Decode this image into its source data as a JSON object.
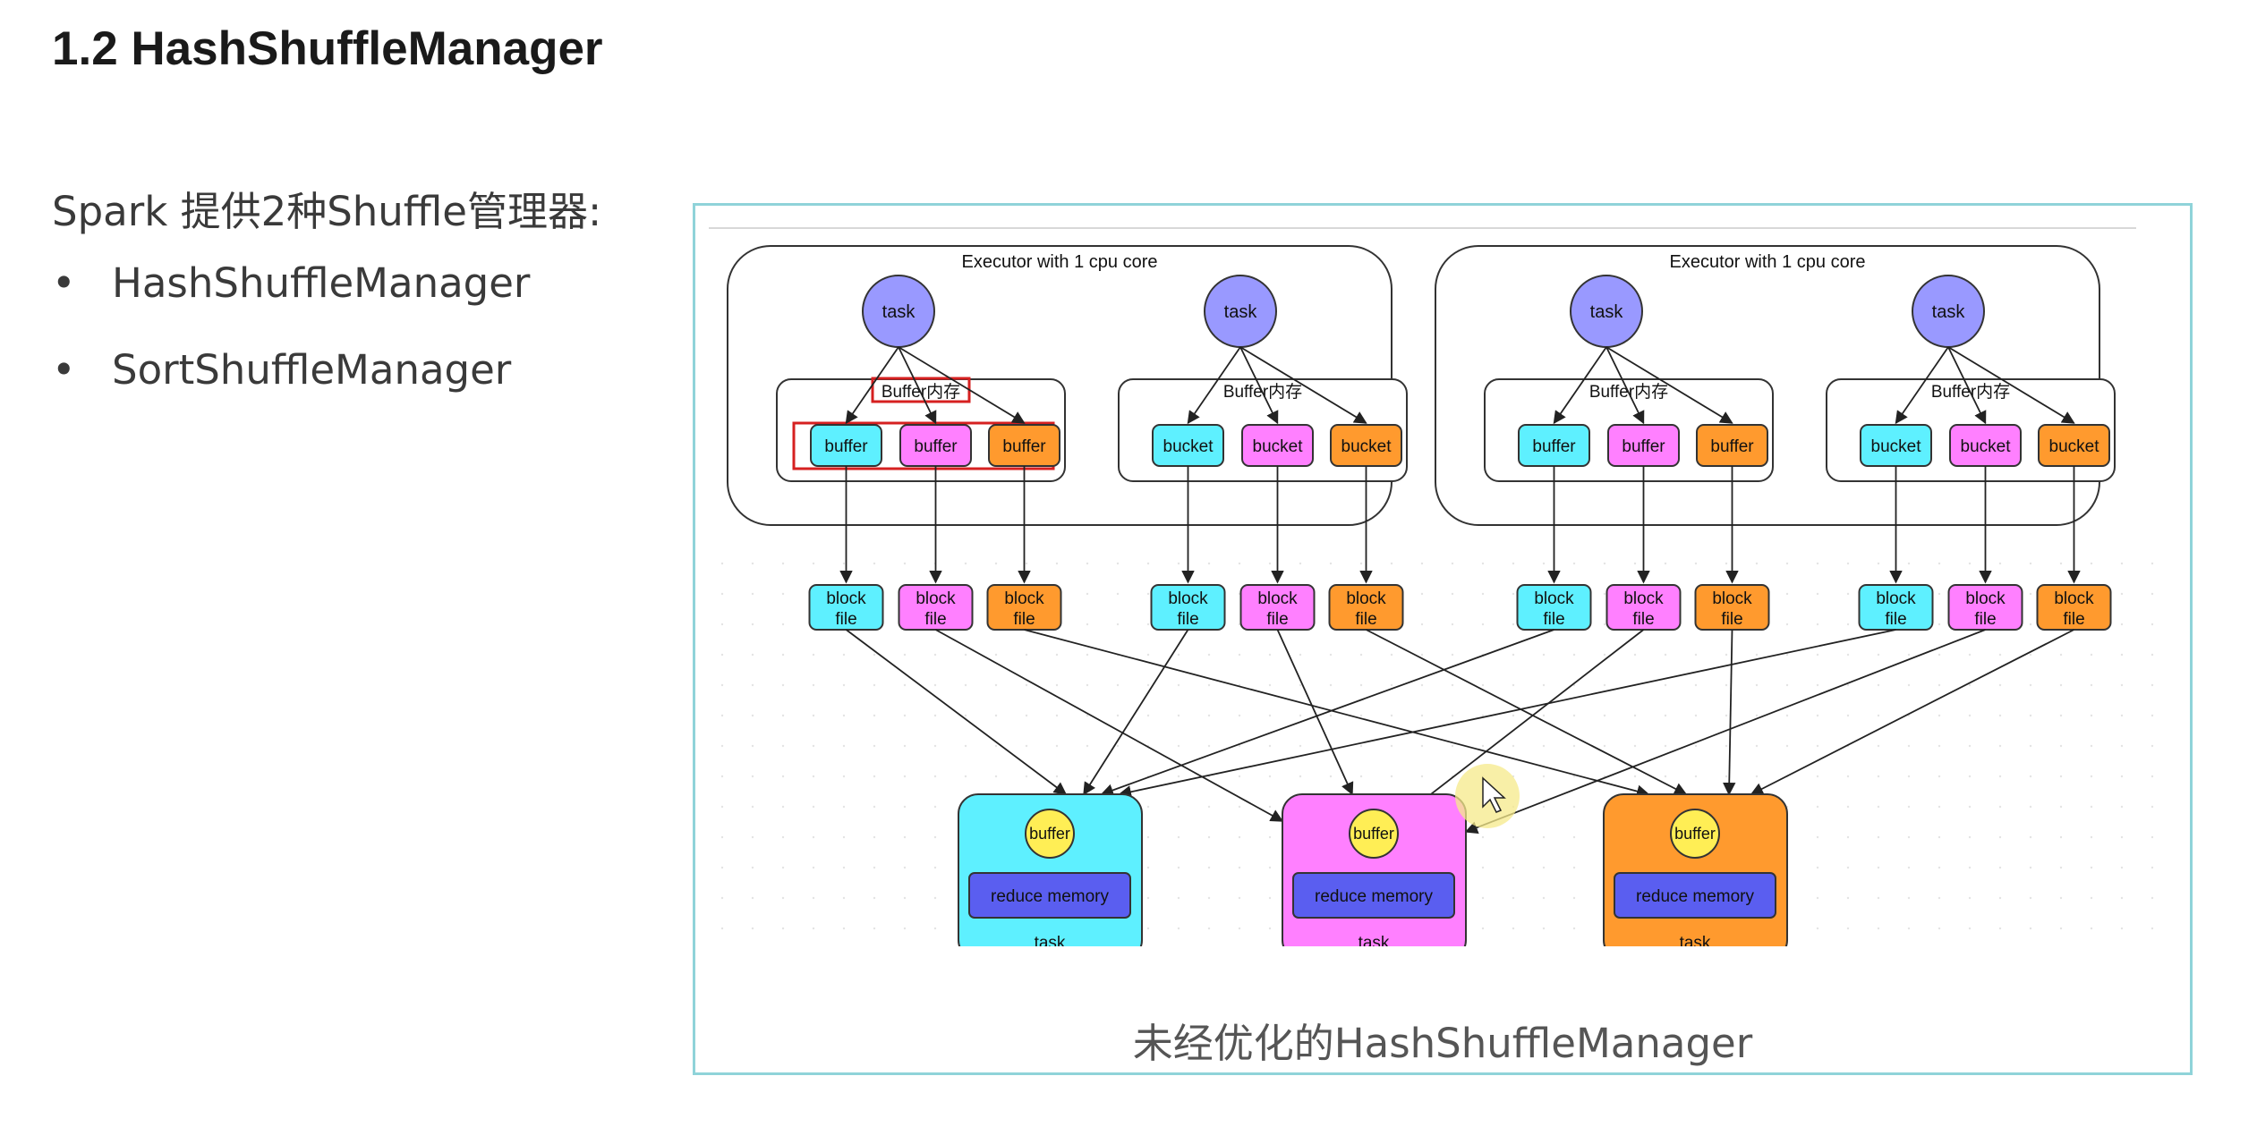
{
  "heading": "1.2 HashShuffleManager",
  "intro": "Spark 提供2种Shuffle管理器:",
  "bullets": [
    {
      "marker": "•",
      "text": "HashShuffleManager"
    },
    {
      "marker": "•",
      "text": "SortShuffleManager"
    }
  ],
  "figure": {
    "caption": "未经优化的HashShuffleManager",
    "executor_label": "Executor with 1 cpu core",
    "task_label": "task",
    "buffer_mem_label": "Buffer内存",
    "buffer_label": "buffer",
    "bucket_label": "bucket",
    "block_file_label": [
      "block",
      "file"
    ],
    "reduce_memory_label": "reduce memory",
    "reduce_task_label": "task",
    "colors": {
      "cyan": "#5ef0ff",
      "magenta": "#ff80ff",
      "orange": "#ff9a2e",
      "task_circle": "#9999ff",
      "reduce_memory": "#5a5ef0",
      "reduce_buffer": "#ffee55",
      "highlight": "#d62020"
    }
  }
}
